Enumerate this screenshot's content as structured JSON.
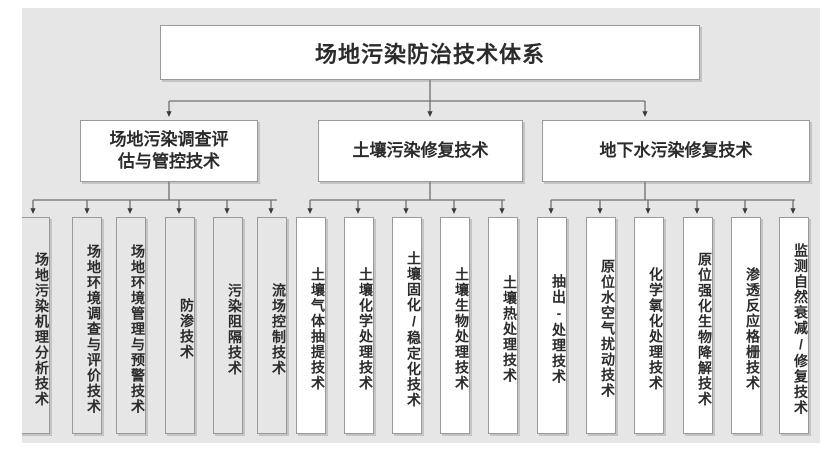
{
  "diagram": {
    "type": "tree",
    "orientation": "top-down",
    "title_node": {
      "label": "场地污染防治技术体系"
    },
    "colors": {
      "background": "#e6e6e6",
      "node_border": "#9a9a9a",
      "node_fill_white": "#ffffff",
      "node_fill_gray": "#e6e6e6",
      "connector": "#4a4a4a",
      "text": "#2b2b2b"
    },
    "branches": [
      {
        "label": "场地污染调查评估与管控技术",
        "label_line_1": "场地污染调查评",
        "label_line_2": "估与管控技术",
        "leaf_fill": "gray",
        "leaves": [
          {
            "label": "场地污染机理分析技术"
          },
          {
            "label": "场地环境调查与评价技术"
          },
          {
            "label": "场地环境管理与预警技术"
          },
          {
            "label": "防渗技术"
          },
          {
            "label": "污染阻隔技术"
          },
          {
            "label": "流场控制技术"
          }
        ]
      },
      {
        "label": "土壤污染修复技术",
        "leaf_fill": "white",
        "leaves": [
          {
            "label": "土壤气体抽提技术"
          },
          {
            "label": "土壤化学处理技术"
          },
          {
            "label": "土壤固化/稳定化技术"
          },
          {
            "label": "土壤生物处理技术"
          },
          {
            "label": "土壤热处理技术"
          }
        ]
      },
      {
        "label": "地下水污染修复技术",
        "leaf_fill": "white",
        "leaves": [
          {
            "label": "抽出-处理技术"
          },
          {
            "label": "原位水空气扰动技术"
          },
          {
            "label": "化学氧化处理技术"
          },
          {
            "label": "原位强化生物降解技术"
          },
          {
            "label": "渗透反应格栅技术"
          },
          {
            "label": "监测自然衰减/修复技术"
          }
        ]
      }
    ]
  }
}
